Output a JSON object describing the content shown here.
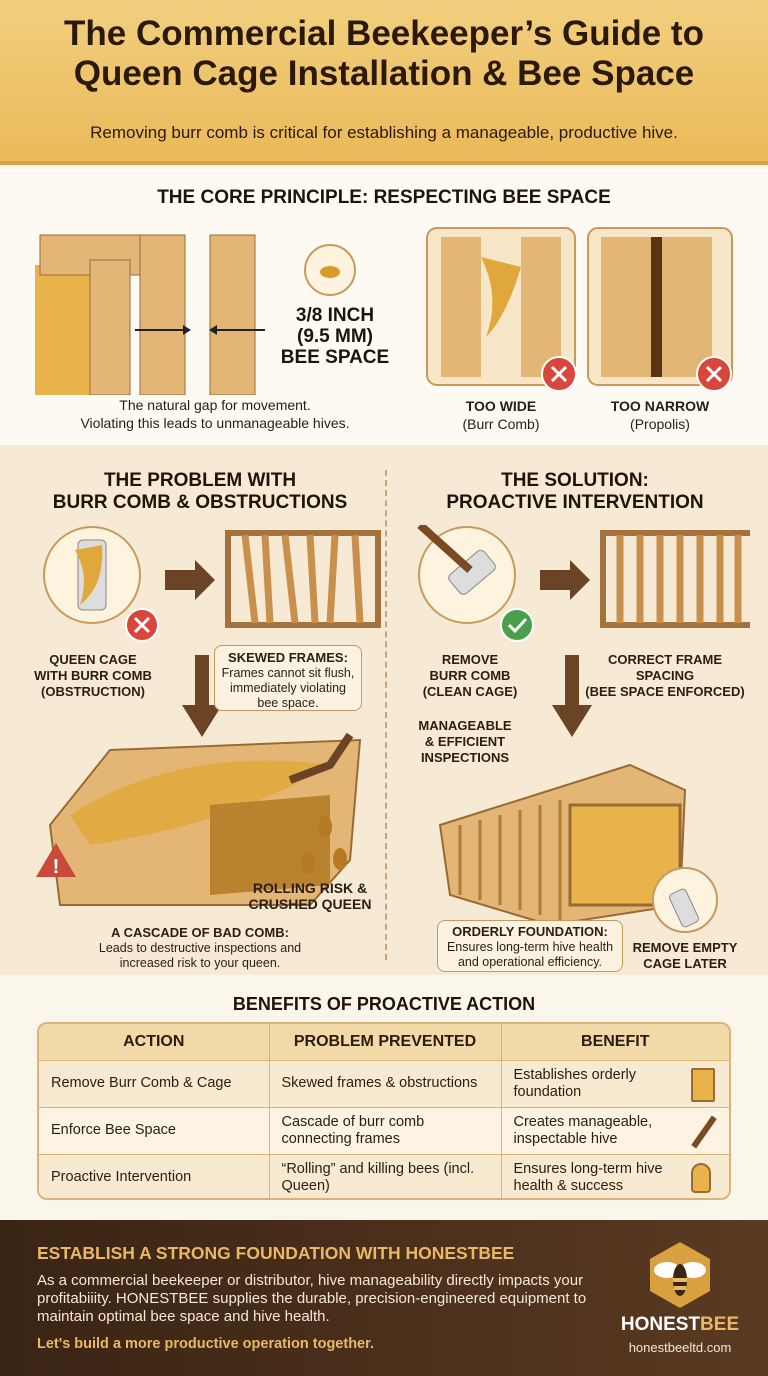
{
  "header": {
    "title_line1": "The Commercial Beekeeper’s Guide to",
    "title_line2": "Queen Cage Installation & Bee Space",
    "subtitle": "Removing burr comb is critical for establishing a manageable, productive hive."
  },
  "principle": {
    "title": "THE CORE PRINCIPLE: RESPECTING BEE SPACE",
    "measure_line1": "3/8 INCH",
    "measure_line2": "(9.5 MM)",
    "measure_line3": "BEE SPACE",
    "caption_line1": "The natural gap for movement.",
    "caption_line2": "Violating this leads to unmanageable hives.",
    "too_wide": {
      "label": "TOO WIDE",
      "sub": "(Burr Comb)"
    },
    "too_narrow": {
      "label": "TOO NARROW",
      "sub": "(Propolis)"
    }
  },
  "problem": {
    "title_line1": "THE PROBLEM WITH",
    "title_line2": "BURR COMB & OBSTRUCTIONS",
    "cage_label_line1": "QUEEN CAGE",
    "cage_label_line2": "WITH BURR COMB",
    "cage_label_line3": "(OBSTRUCTION)",
    "skewed_title": "SKEWED FRAMES:",
    "skewed_body": "Frames cannot sit flush, immediately violating bee space.",
    "rolling_line1": "ROLLING RISK &",
    "rolling_line2": "CRUSHED QUEEN",
    "cascade_title": "A CASCADE OF BAD COMB:",
    "cascade_body_line1": "Leads to destructive inspections and",
    "cascade_body_line2": "increased risk to your queen."
  },
  "solution": {
    "title_line1": "THE SOLUTION:",
    "title_line2": "PROACTIVE INTERVENTION",
    "remove_line1": "REMOVE",
    "remove_line2": "BURR COMB",
    "remove_line3": "(CLEAN CAGE)",
    "correct_line1": "CORRECT FRAME",
    "correct_line2": "SPACING",
    "correct_line3": "(BEE SPACE ENFORCED)",
    "manageable_line1": "MANAGEABLE",
    "manageable_line2": "& EFFICIENT",
    "manageable_line3": "INSPECTIONS",
    "orderly_title": "ORDERLY FOUNDATION:",
    "orderly_body_line1": "Ensures long-term hive health",
    "orderly_body_line2": "and operational efficiency.",
    "empty_line1": "REMOVE EMPTY",
    "empty_line2": "CAGE LATER"
  },
  "benefits": {
    "title": "BENEFITS OF PROACTIVE ACTION",
    "headers": [
      "ACTION",
      "PROBLEM PREVENTED",
      "BENEFIT"
    ],
    "rows": [
      {
        "action": "Remove Burr Comb & Cage",
        "problem": "Skewed frames & obstructions",
        "benefit": "Establishes orderly foundation",
        "icon": "honeycomb-frame-icon"
      },
      {
        "action": "Enforce Bee Space",
        "problem": "Cascade of burr comb connecting frames",
        "benefit": "Creates manageable, inspectable hive",
        "icon": "hive-tool-icon"
      },
      {
        "action": "Proactive Intervention",
        "problem": "“Rolling” and killing bees (incl. Queen)",
        "benefit": "Ensures long-term hive health & success",
        "icon": "queen-icon"
      }
    ]
  },
  "footer": {
    "title": "ESTABLISH A STRONG FOUNDATION WITH HONESTBEE",
    "body": "As a commercial beekeeper or distributor, hive manageability directly impacts your profitabiiity. HONESTBEE supplies the durable, precision-engineered equipment to maintain optimal bee space and hive health.",
    "cta": "Let's build a more productive operation together.",
    "brand_part1": "HONEST",
    "brand_part2": "BEE",
    "url": "honestbeeltd.com"
  },
  "colors": {
    "gold": "#eab95a",
    "brown": "#5a3a22",
    "wrong": "#d9463b",
    "right": "#4aa04a",
    "wood": "#e4b676"
  }
}
